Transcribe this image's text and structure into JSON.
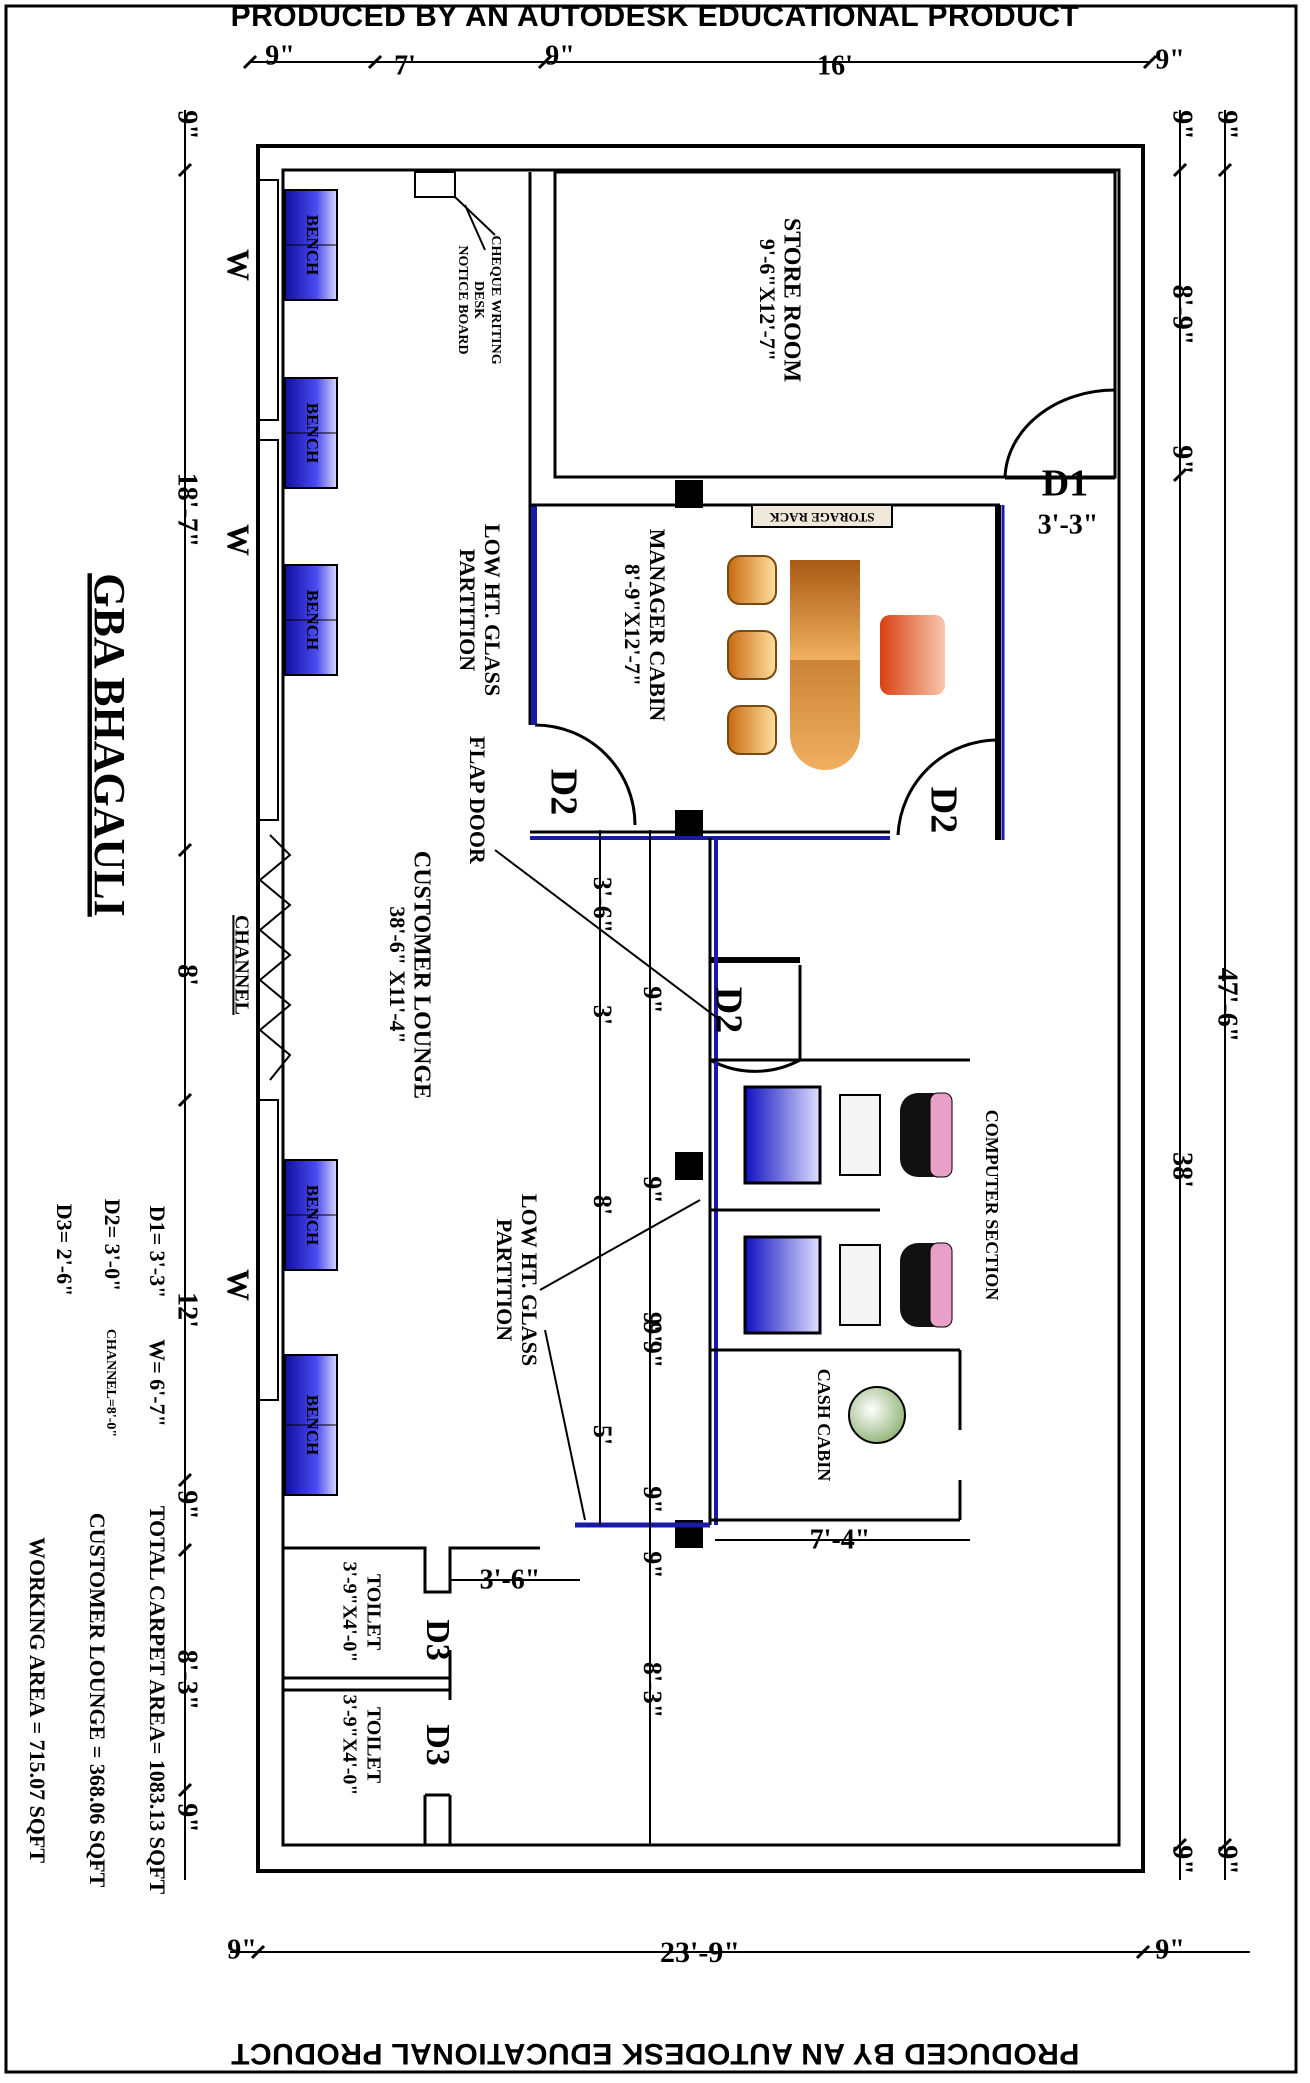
{
  "watermark": "PRODUCED BY AN AUTODESK EDUCATIONAL PRODUCT",
  "title": "GBA BHAGAULI",
  "colors": {
    "wall": "#000000",
    "glass": "#1a1aa8",
    "bench": "#2f2fd6",
    "desk": "#c8781e",
    "chair": "#f0b050",
    "exec_chair": "#d85020",
    "pc_chair_top": "#e8a0c8"
  },
  "dims": {
    "top": [
      "9\"",
      "7'",
      "9\"",
      "16'",
      "9\""
    ],
    "right": [
      "9\"",
      "8'-9\"",
      "9\"",
      "3'-3\"",
      "47'-6\"",
      "38'",
      "9\""
    ],
    "far_right": [
      "9\"",
      "9\""
    ],
    "left": [
      "9\"",
      "18'-7\"",
      "8'",
      "12'",
      "9\"",
      "8'-3\"",
      "9\""
    ],
    "inner": [
      "3'-6\"",
      "9\"",
      "3'",
      "9\"",
      "8'",
      "9\"",
      "9'-9\"",
      "5'",
      "9\"",
      "9\"",
      "8'-3\"",
      "3'-6\"",
      "7'-4\""
    ],
    "bottom": [
      "9\"",
      "23'-9\"",
      "9\""
    ]
  },
  "rooms": {
    "store": {
      "name": "STORE ROOM",
      "size": "9'-6\"X12'-7\""
    },
    "manager": {
      "name": "MANAGER CABIN",
      "size": "8'-9\"X12'-7\""
    },
    "lounge": {
      "name": "CUSTOMER LOUNGE",
      "size": "38'-6\" X11'-4\""
    },
    "computer": {
      "name": "COMPUTER SECTION"
    },
    "cash": {
      "name": "CASH CABIN"
    },
    "toilet1": {
      "name": "TOILET",
      "size": "3'-9\"X4'-0\""
    },
    "toilet2": {
      "name": "TOILET",
      "size": "3'-9\"X4'-0\""
    }
  },
  "labels": {
    "bench": "BENCH",
    "w": "W",
    "channel": "CHANNEL",
    "storage_rack": "STORAGE RACK",
    "cheque_desk_1": "CHEQUE WRITING",
    "cheque_desk_2": "DESK",
    "notice_board": "NOTICE BOARD",
    "glass_partition_1": "LOW HT. GLASS",
    "glass_partition_2": "PARTITION",
    "flap_door": "FLAP DOOR",
    "d1": "D1",
    "d2": "D2",
    "d3": "D3"
  },
  "schedule": {
    "d1": "D1= 3'-3\"",
    "d2": "D2= 3'-0\"",
    "d3": "D3= 2'-6\"",
    "w": "W= 6'-7\"",
    "channel": "CHANNEL=8'-0\""
  },
  "areas": {
    "carpet": "TOTAL CARPET AREA= 1083.13 SQFT",
    "lounge": "CUSTOMER LOUNGE = 368.06 SQFT",
    "working": "WORKING AREA = 715.07 SQFT"
  }
}
